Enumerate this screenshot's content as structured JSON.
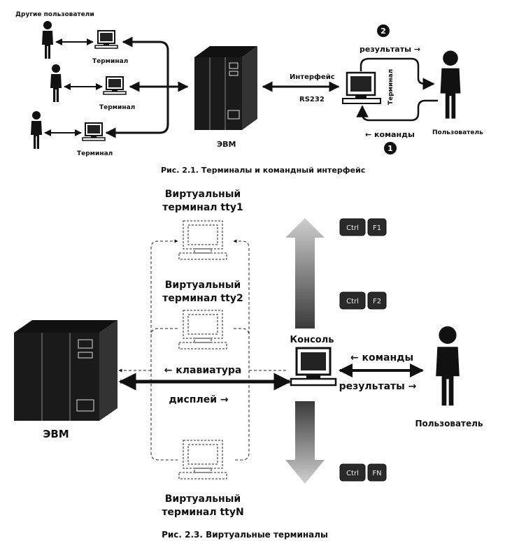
{
  "fig1": {
    "other_users": "Другие пользователи",
    "terminals": [
      "Терминал",
      "Терминал",
      "Терминал"
    ],
    "computer": "ЭВМ",
    "interface": "Интерфейс",
    "rs232": "RS232",
    "terminal_vertical": "Терминал",
    "results": "результаты →",
    "commands": "← команды",
    "user": "Пользователь",
    "step1": "1",
    "step2": "2",
    "caption": "Рис. 2.1. Терминалы и командный интерфейс"
  },
  "fig2": {
    "vt1_line1": "Виртуальный",
    "vt1_line2": "терминал tty1",
    "vt2_line1": "Виртуальный",
    "vt2_line2": "терминал tty2",
    "vtN_line1": "Виртуальный",
    "vtN_line2": "терминал ttyN",
    "keyboard": "← клавиатура",
    "display": "дисплей →",
    "console": "Консоль",
    "commands": "← команды",
    "results": "результаты →",
    "computer": "ЭВМ",
    "user": "Пользователь",
    "key_ctrl": "Ctrl",
    "key_f1": "F1",
    "key_f2": "F2",
    "key_fn": "FN",
    "caption": "Рис. 2.3. Виртуальные терминалы"
  }
}
